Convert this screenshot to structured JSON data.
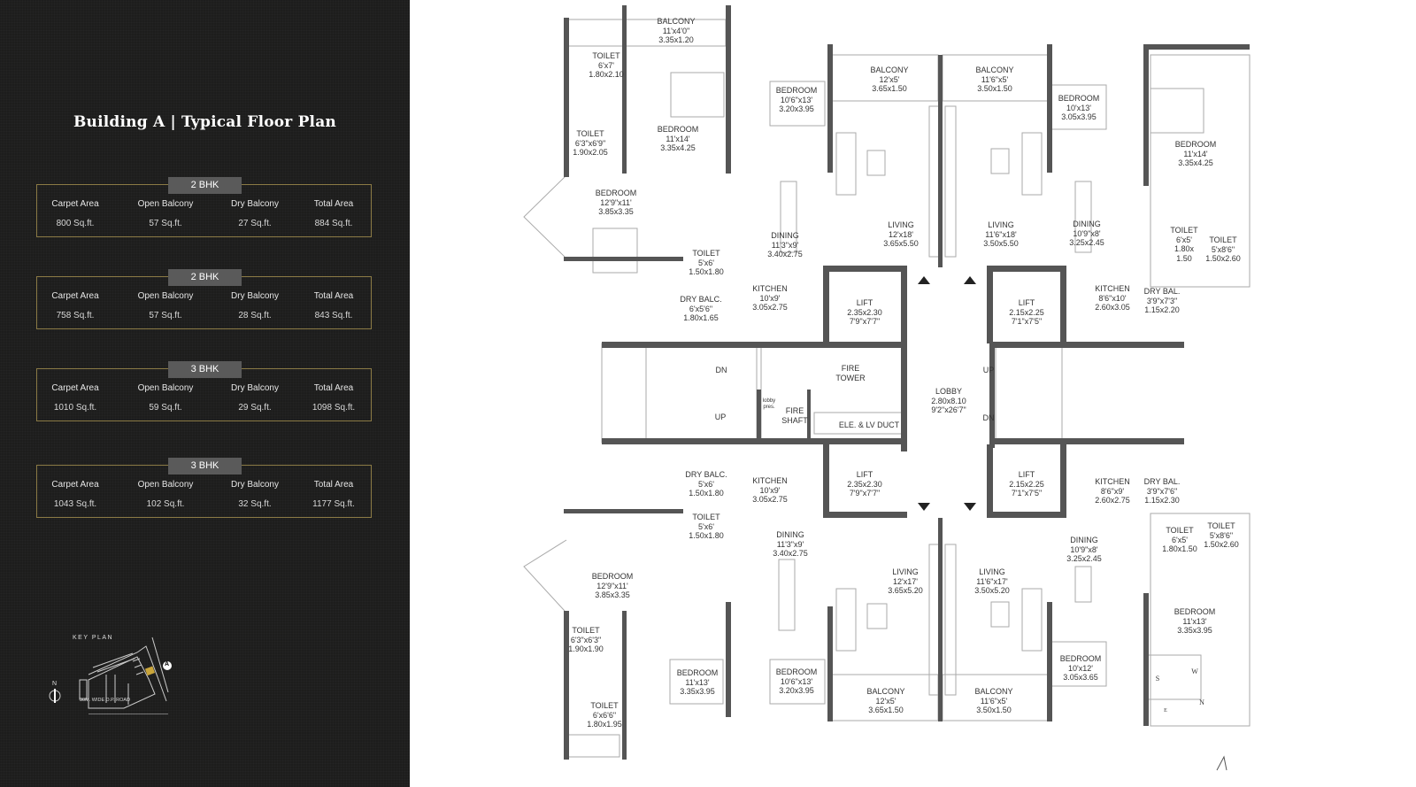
{
  "title": "Building A | Typical Floor Plan",
  "colors": {
    "panel_bg": "#1d1d1c",
    "card_border": "#8b7a45",
    "badge_bg": "#5a5a5a",
    "wall": "#555555",
    "plan_bg": "#ffffff"
  },
  "units": [
    {
      "type": "2 BHK",
      "fields": [
        {
          "label": "Carpet Area",
          "value": "800 Sq.ft."
        },
        {
          "label": "Open Balcony",
          "value": "57 Sq.ft."
        },
        {
          "label": "Dry Balcony",
          "value": "27 Sq.ft."
        },
        {
          "label": "Total Area",
          "value": "884 Sq.ft."
        }
      ]
    },
    {
      "type": "2 BHK",
      "fields": [
        {
          "label": "Carpet Area",
          "value": "758 Sq.ft."
        },
        {
          "label": "Open Balcony",
          "value": "57 Sq.ft."
        },
        {
          "label": "Dry Balcony",
          "value": "28 Sq.ft."
        },
        {
          "label": "Total Area",
          "value": "843 Sq.ft."
        }
      ]
    },
    {
      "type": "3 BHK",
      "fields": [
        {
          "label": "Carpet Area",
          "value": "1010 Sq.ft."
        },
        {
          "label": "Open Balcony",
          "value": "59 Sq.ft."
        },
        {
          "label": "Dry Balcony",
          "value": "29 Sq.ft."
        },
        {
          "label": "Total Area",
          "value": "1098 Sq.ft."
        }
      ]
    },
    {
      "type": "3 BHK",
      "fields": [
        {
          "label": "Carpet Area",
          "value": "1043 Sq.ft."
        },
        {
          "label": "Open Balcony",
          "value": "102 Sq.ft."
        },
        {
          "label": "Dry Balcony",
          "value": "32 Sq.ft."
        },
        {
          "label": "Total Area",
          "value": "1177 Sq.ft."
        }
      ]
    }
  ],
  "key_plan": {
    "label": "KEY PLAN",
    "north": "N",
    "building_marker": "A",
    "road": "30M. WIDE D.P. ROAD"
  },
  "plan": {
    "rooms": [
      {
        "lines": [
          "BALCONY",
          "11'x4'0\"",
          "3.35x1.20"
        ]
      },
      {
        "lines": [
          "TOILET",
          "6'x7'",
          "1.80x2.10"
        ]
      },
      {
        "lines": [
          "TOILET",
          "6'3\"x6'9\"",
          "1.90x2.05"
        ]
      },
      {
        "lines": [
          "BEDROOM",
          "11'x14'",
          "3.35x4.25"
        ]
      },
      {
        "lines": [
          "BEDROOM",
          "10'6\"x13'",
          "3.20x3.95"
        ]
      },
      {
        "lines": [
          "BEDROOM",
          "12'9\"x11'",
          "3.85x3.35"
        ]
      },
      {
        "lines": [
          "TOILET",
          "5'x6'",
          "1.50x1.80"
        ]
      },
      {
        "lines": [
          "DRY BALC.",
          "6'x5'6\"",
          "1.80x1.65"
        ]
      },
      {
        "lines": [
          "DINING",
          "11'3\"x9'",
          "3.40x2.75"
        ]
      },
      {
        "lines": [
          "KITCHEN",
          "10'x9'",
          "3.05x2.75"
        ]
      },
      {
        "lines": [
          "BALCONY",
          "12'x5'",
          "3.65x1.50"
        ]
      },
      {
        "lines": [
          "LIVING",
          "12'x18'",
          "3.65x5.50"
        ]
      },
      {
        "lines": [
          "LIFT",
          "2.35x2.30",
          "7'9\"x7'7\""
        ]
      },
      {
        "lines": [
          "BALCONY",
          "11'6\"x5'",
          "3.50x1.50"
        ]
      },
      {
        "lines": [
          "LIVING",
          "11'6\"x18'",
          "3.50x5.50"
        ]
      },
      {
        "lines": [
          "BEDROOM",
          "10'x13'",
          "3.05x3.95"
        ]
      },
      {
        "lines": [
          "DINING",
          "10'9\"x8'",
          "3.25x2.45"
        ]
      },
      {
        "lines": [
          "BEDROOM",
          "11'x14'",
          "3.35x4.25"
        ]
      },
      {
        "lines": [
          "TOILET",
          "6'x5'",
          "1.80x",
          "1.50"
        ]
      },
      {
        "lines": [
          "TOILET",
          "5'x8'6\"",
          "1.50x2.60"
        ]
      },
      {
        "lines": [
          "LIFT",
          "2.15x2.25",
          "7'1\"x7'5\""
        ]
      },
      {
        "lines": [
          "KITCHEN",
          "8'6\"x10'",
          "2.60x3.05"
        ]
      },
      {
        "lines": [
          "DRY BAL.",
          "3'9\"x7'3\"",
          "1.15x2.20"
        ]
      },
      {
        "lines": [
          "FIRE",
          "TOWER"
        ]
      },
      {
        "lines": [
          "LOBBY",
          "2.80x8.10",
          "9'2\"x26'7\""
        ]
      },
      {
        "lines": [
          "lobby",
          "pres."
        ]
      },
      {
        "lines": [
          "FIRE",
          "SHAFT"
        ]
      },
      {
        "lines": [
          "ELE. & LV DUCT"
        ]
      },
      {
        "lines": [
          "DN"
        ]
      },
      {
        "lines": [
          "UP"
        ]
      },
      {
        "lines": [
          "UP"
        ]
      },
      {
        "lines": [
          "DN"
        ]
      },
      {
        "lines": [
          "DRY BALC.",
          "5'x6'",
          "1.50x1.80"
        ]
      },
      {
        "lines": [
          "KITCHEN",
          "10'x9'",
          "3.05x2.75"
        ]
      },
      {
        "lines": [
          "LIFT",
          "2.35x2.30",
          "7'9\"x7'7\""
        ]
      },
      {
        "lines": [
          "TOILET",
          "5'x6'",
          "1.50x1.80"
        ]
      },
      {
        "lines": [
          "DINING",
          "11'3\"x9'",
          "3.40x2.75"
        ]
      },
      {
        "lines": [
          "BEDROOM",
          "12'9\"x11'",
          "3.85x3.35"
        ]
      },
      {
        "lines": [
          "TOILET",
          "6'3\"x6'3\"",
          "1.90x1.90"
        ]
      },
      {
        "lines": [
          "BEDROOM",
          "11'x13'",
          "3.35x3.95"
        ]
      },
      {
        "lines": [
          "BEDROOM",
          "10'6\"x13'",
          "3.20x3.95"
        ]
      },
      {
        "lines": [
          "TOILET",
          "6'x6'6\"",
          "1.80x1.95"
        ]
      },
      {
        "lines": [
          "LIVING",
          "12'x17'",
          "3.65x5.20"
        ]
      },
      {
        "lines": [
          "BALCONY",
          "12'x5'",
          "3.65x1.50"
        ]
      },
      {
        "lines": [
          "LIFT",
          "2.15x2.25",
          "7'1\"x7'5\""
        ]
      },
      {
        "lines": [
          "KITCHEN",
          "8'6\"x9'",
          "2.60x2.75"
        ]
      },
      {
        "lines": [
          "DRY BAL.",
          "3'9\"x7'6\"",
          "1.15x2.30"
        ]
      },
      {
        "lines": [
          "DINING",
          "10'9\"x8'",
          "3.25x2.45"
        ]
      },
      {
        "lines": [
          "TOILET",
          "6'x5'",
          "1.80x1.50"
        ]
      },
      {
        "lines": [
          "TOILET",
          "5'x8'6\"",
          "1.50x2.60"
        ]
      },
      {
        "lines": [
          "LIVING",
          "11'6\"x17'",
          "3.50x5.20"
        ]
      },
      {
        "lines": [
          "BEDROOM",
          "10'x12'",
          "3.05x3.65"
        ]
      },
      {
        "lines": [
          "BEDROOM",
          "11'x13'",
          "3.35x3.95"
        ]
      },
      {
        "lines": [
          "BALCONY",
          "11'6\"x5'",
          "3.50x1.50"
        ]
      }
    ],
    "compass_marks": [
      "S",
      "W",
      "N",
      "E"
    ]
  }
}
